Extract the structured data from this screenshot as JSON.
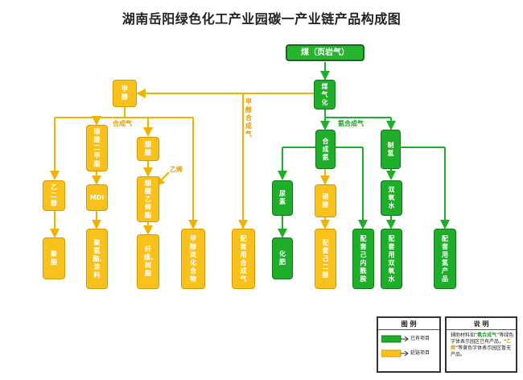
{
  "title": "湖南岳阳绿色化工产业园碳一产业链产品构成图",
  "nodes": {
    "coal": "煤（页岩气）",
    "gasify": "煤气化",
    "methanol": "甲醇",
    "acetic": "醋酸",
    "mdi_pre": "碳酸二甲酯",
    "glycol": "乙二醇",
    "mdi": "MDI",
    "vac": "醋酸乙烯酯",
    "methyl": "甲醇类化合物",
    "pvae": "聚酯",
    "pu": "聚氨酯、涂料",
    "fiber": "纤维、树脂",
    "mset": "配套用合成气",
    "ammonia": "合成氨",
    "hydrogen": "制氢",
    "urea": "尿素",
    "nitric": "硝酸",
    "fert": "化肥",
    "adipic": "配套己二酸",
    "caprolactam": "配套己内酰胺",
    "hperox": "双氧水",
    "hperox_use": "配套用双氧水",
    "h_use": "配套用氢产品"
  },
  "labels": {
    "syngas_left": "合成气",
    "ethylene": "乙烯",
    "methanol_syngas": "甲醇合成气",
    "ammonia_syngas": "氨合成气"
  },
  "legend": {
    "title": "图 例",
    "existing": "已有项目",
    "extension": "延链项目"
  },
  "note": {
    "title": "说 明",
    "t1": "辅助材料如“",
    "h1": "氨合成气",
    "t2": "”等绿色字体表示园区已有产品，“",
    "h2": "乙烯",
    "t3": "”等黄色字体表示园区暂无产品。"
  },
  "colors": {
    "existing": "#1fae2a",
    "extension": "#f9c11c",
    "top": "#27b52f"
  }
}
